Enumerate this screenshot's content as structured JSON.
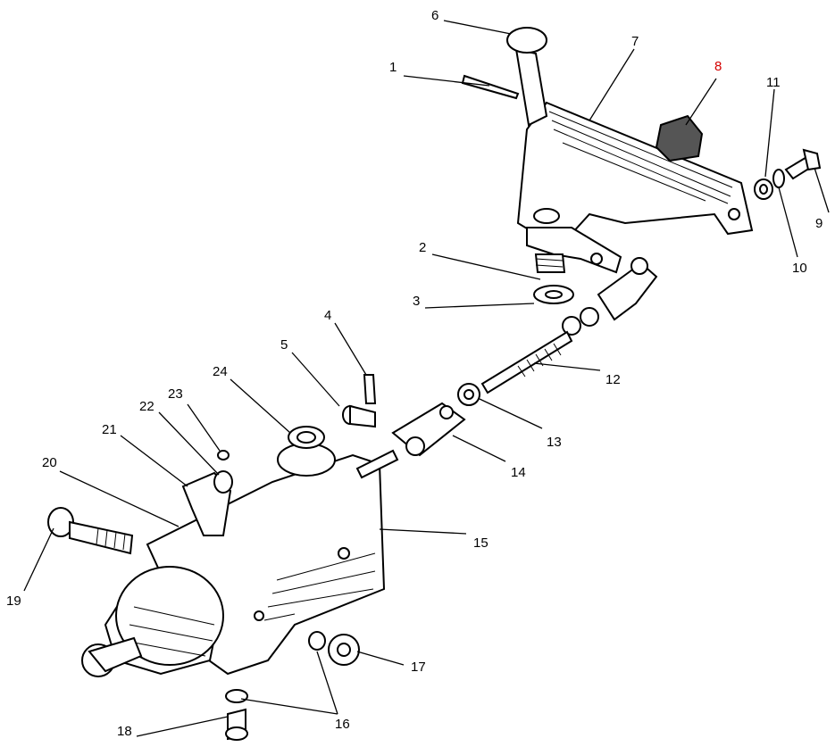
{
  "diagram": {
    "callouts": [
      {
        "id": "1",
        "label": "1",
        "color": "#000000"
      },
      {
        "id": "2",
        "label": "2",
        "color": "#000000"
      },
      {
        "id": "3",
        "label": "3",
        "color": "#000000"
      },
      {
        "id": "4",
        "label": "4",
        "color": "#000000"
      },
      {
        "id": "5",
        "label": "5",
        "color": "#000000"
      },
      {
        "id": "6",
        "label": "6",
        "color": "#000000"
      },
      {
        "id": "7",
        "label": "7",
        "color": "#000000"
      },
      {
        "id": "8",
        "label": "8",
        "color": "#d40000"
      },
      {
        "id": "9",
        "label": "9",
        "color": "#000000"
      },
      {
        "id": "10",
        "label": "10",
        "color": "#000000"
      },
      {
        "id": "11",
        "label": "11",
        "color": "#000000"
      },
      {
        "id": "12",
        "label": "12",
        "color": "#000000"
      },
      {
        "id": "13",
        "label": "13",
        "color": "#000000"
      },
      {
        "id": "14",
        "label": "14",
        "color": "#000000"
      },
      {
        "id": "15",
        "label": "15",
        "color": "#000000"
      },
      {
        "id": "16",
        "label": "16",
        "color": "#000000"
      },
      {
        "id": "17",
        "label": "17",
        "color": "#000000"
      },
      {
        "id": "18",
        "label": "18",
        "color": "#000000"
      },
      {
        "id": "19",
        "label": "19",
        "color": "#000000"
      },
      {
        "id": "20",
        "label": "20",
        "color": "#000000"
      },
      {
        "id": "21",
        "label": "21",
        "color": "#000000"
      },
      {
        "id": "22",
        "label": "22",
        "color": "#000000"
      },
      {
        "id": "23",
        "label": "23",
        "color": "#000000"
      },
      {
        "id": "24",
        "label": "24",
        "color": "#000000"
      }
    ]
  }
}
